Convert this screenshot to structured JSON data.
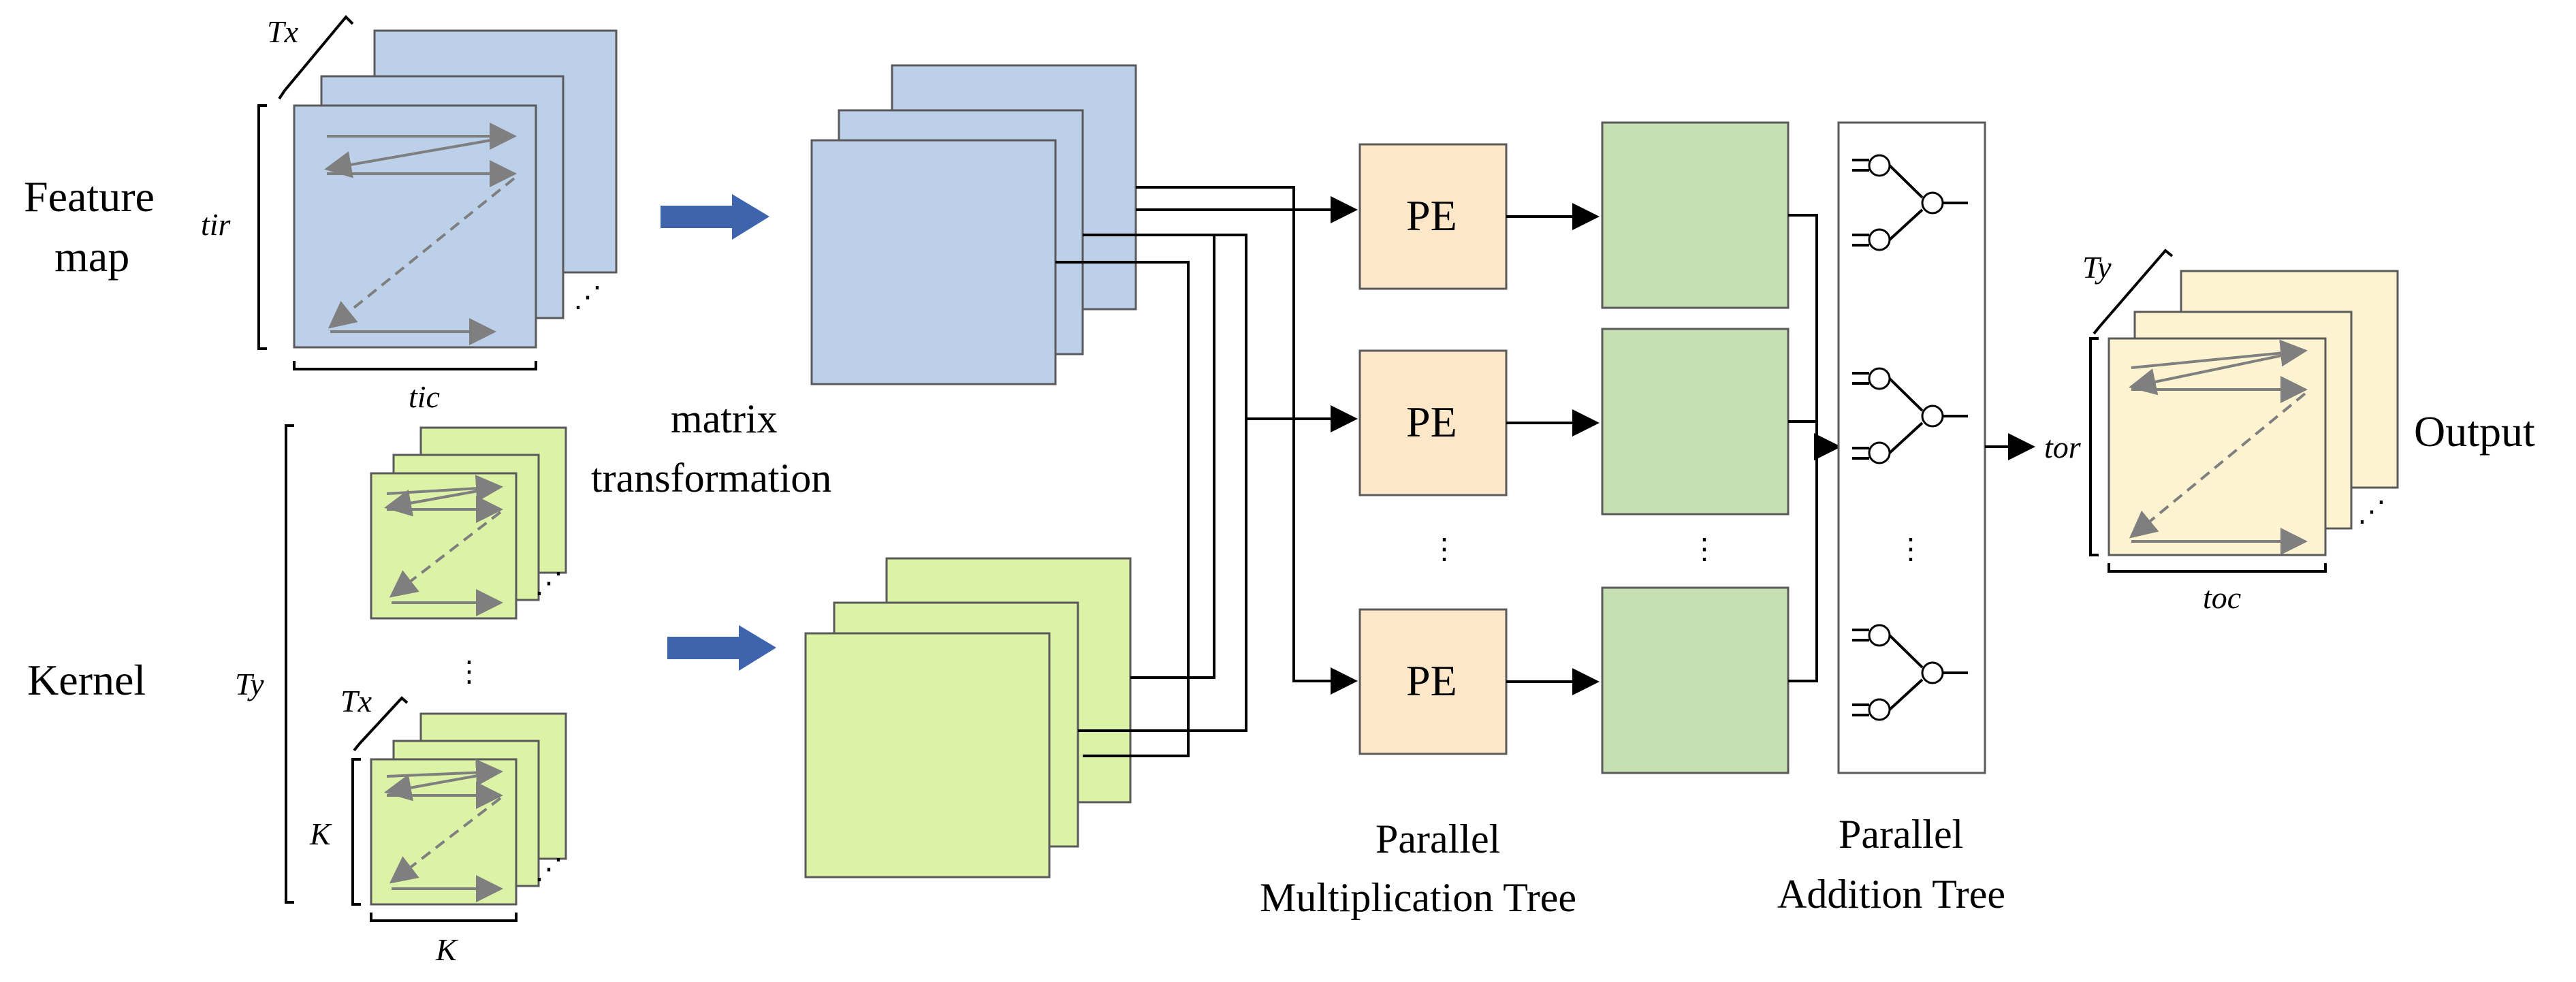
{
  "labels": {
    "feature_map_line1": "Feature",
    "feature_map_line2": "map",
    "kernel": "Kernel",
    "matrix_line1": "matrix",
    "matrix_line2": "transformation",
    "output": "Output",
    "mult_tree_line1": "Parallel",
    "mult_tree_line2": "Multiplication Tree",
    "add_tree_line1": "Parallel",
    "add_tree_line2": "Addition Tree"
  },
  "dimensions": {
    "fm_depth": "Tx",
    "fm_height": "tir",
    "fm_width": "tic",
    "kernel_count": "Ty",
    "kernel_depth": "Tx",
    "kernel_height": "K",
    "kernel_width": "K",
    "out_depth": "Ty",
    "out_height": "tor",
    "out_width": "toc"
  },
  "pe_units": [
    "PE",
    "PE",
    "PE"
  ],
  "ellipsis": "⋮",
  "stack_ellipsis": "⋰",
  "colors": {
    "feature_map": "#bcd0e9",
    "kernel": "#dcf2a6",
    "output": "#fdf3d0",
    "pe": "#fde7c9",
    "mult_result": "#c6e0b4",
    "arrow": "#3f64ae"
  }
}
